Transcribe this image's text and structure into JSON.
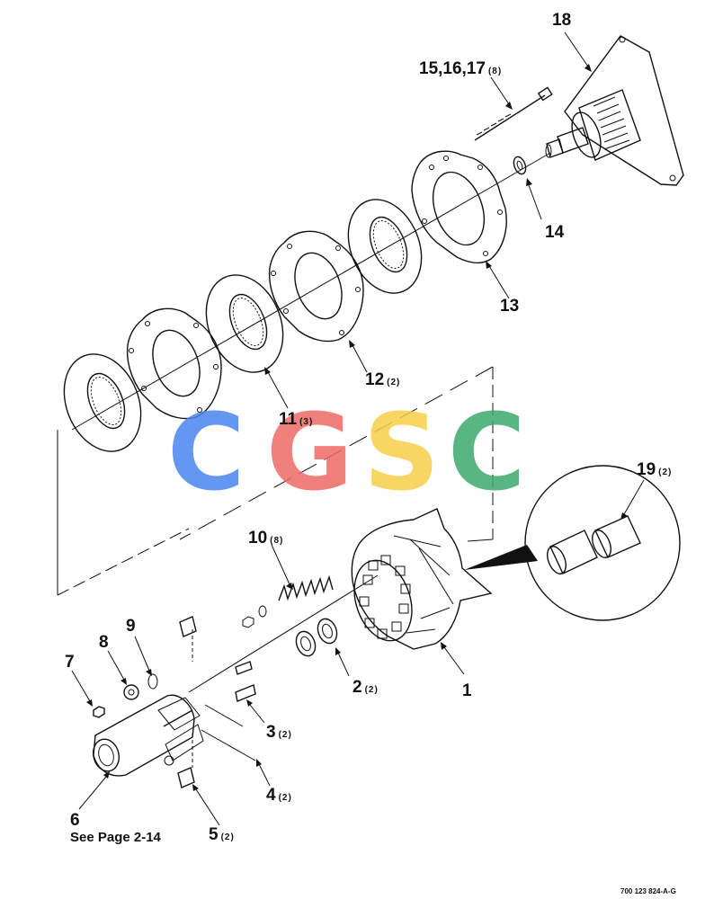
{
  "callouts": [
    {
      "id": "18",
      "num": "18",
      "qty": ""
    },
    {
      "id": "15-16-17",
      "num": "15,16,17",
      "qty": "(8)"
    },
    {
      "id": "14",
      "num": "14",
      "qty": ""
    },
    {
      "id": "13",
      "num": "13",
      "qty": ""
    },
    {
      "id": "12",
      "num": "12",
      "qty": "(2)"
    },
    {
      "id": "11",
      "num": "11",
      "qty": "(3)"
    },
    {
      "id": "10",
      "num": "10",
      "qty": "(8)"
    },
    {
      "id": "19",
      "num": "19",
      "qty": "(2)"
    },
    {
      "id": "9",
      "num": "9",
      "qty": ""
    },
    {
      "id": "8",
      "num": "8",
      "qty": ""
    },
    {
      "id": "7",
      "num": "7",
      "qty": ""
    },
    {
      "id": "2",
      "num": "2",
      "qty": "(2)"
    },
    {
      "id": "1",
      "num": "1",
      "qty": ""
    },
    {
      "id": "3",
      "num": "3",
      "qty": "(2)"
    },
    {
      "id": "4",
      "num": "4",
      "qty": "(2)"
    },
    {
      "id": "6",
      "num": "6",
      "qty": ""
    },
    {
      "id": "5",
      "num": "5",
      "qty": "(2)"
    }
  ],
  "note": "See Page 2-14",
  "doc_number": "700 123 824-A-G",
  "watermark": {
    "letters": [
      "C",
      "G",
      "S",
      "C"
    ],
    "colors": [
      "#4a86f0",
      "#ee6b66",
      "#f7cf4a",
      "#3daa6e"
    ]
  }
}
